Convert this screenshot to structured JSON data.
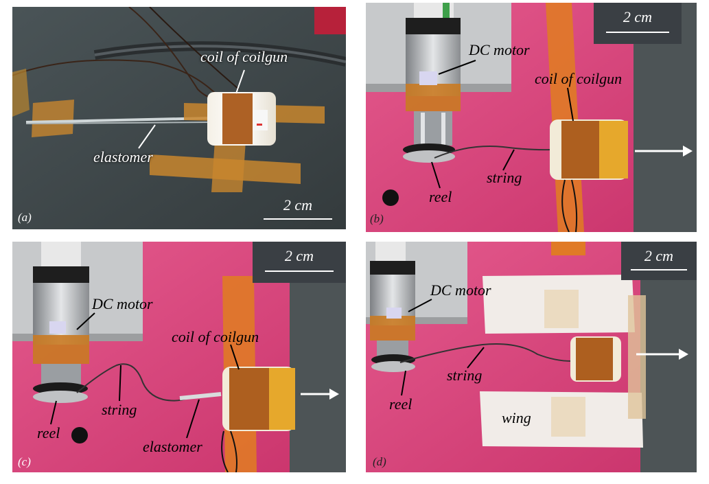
{
  "panels": {
    "a": {
      "panel_label": "(a)",
      "scale_bar": "2 cm",
      "labels": {
        "coil": "coil of coilgun",
        "elastomer": "elastomer"
      }
    },
    "b": {
      "panel_label": "(b)",
      "scale_bar": "2 cm",
      "labels": {
        "motor": "DC motor",
        "coil": "coil of coilgun",
        "reel": "reel",
        "string": "string"
      }
    },
    "c": {
      "panel_label": "(c)",
      "scale_bar": "2 cm",
      "labels": {
        "motor": "DC motor",
        "coil": "coil of coilgun",
        "reel": "reel",
        "string": "string",
        "elastomer": "elastomer"
      }
    },
    "d": {
      "panel_label": "(d)",
      "scale_bar": "2 cm",
      "labels": {
        "motor": "DC motor",
        "reel": "reel",
        "string": "string",
        "wing": "wing"
      }
    }
  },
  "colors": {
    "background_a": "#3e4648",
    "background_pink": "#d9407a",
    "kapton_tape": "#c8761e",
    "scale_box": "#3a3f44"
  }
}
